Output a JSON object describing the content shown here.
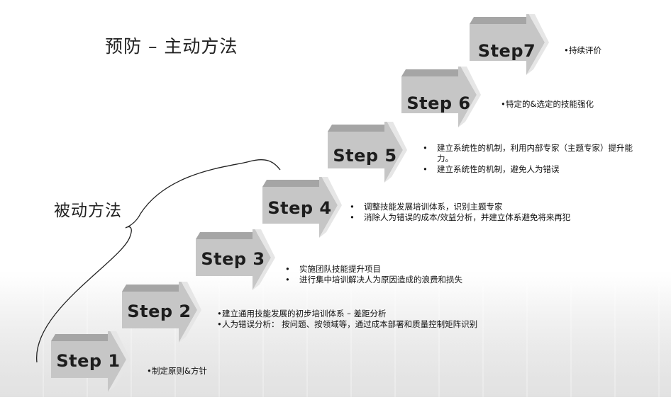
{
  "titles": {
    "active": "预防 – 主动方法",
    "passive": "被动方法"
  },
  "steps": [
    {
      "label": "Step 1",
      "items": [
        "制定原则&方针"
      ]
    },
    {
      "label": "Step 2",
      "items": [
        "建立通用技能发展的初步培训体系 – 差距分析",
        "人为错误分析： 按问题、按领域等，通过成本部署和质量控制矩阵识别"
      ]
    },
    {
      "label": "Step 3",
      "items": [
        "实施团队技能提升项目",
        "进行集中培训解决人为原因造成的浪费和损失"
      ]
    },
    {
      "label": "Step 4",
      "items": [
        "调整技能发展培训体系，识别主题专家",
        "消除人为错误的成本/效益分析，并建立体系避免将来再犯"
      ]
    },
    {
      "label": "Step 5",
      "items": [
        "建立系统性的机制，利用内部专家（主题专家）提升能力。",
        "建立系统性的机制，避免人为错误"
      ]
    },
    {
      "label": "Step 6",
      "items": [
        "特定的&选定的技能强化"
      ]
    },
    {
      "label": "Step7",
      "items": [
        "持续评价"
      ]
    }
  ],
  "colors": {
    "arrow_front": "#c4c4c4",
    "arrow_top": "#9a9a9a",
    "arrow_side": "#e8e8e8",
    "text": "#111111"
  }
}
